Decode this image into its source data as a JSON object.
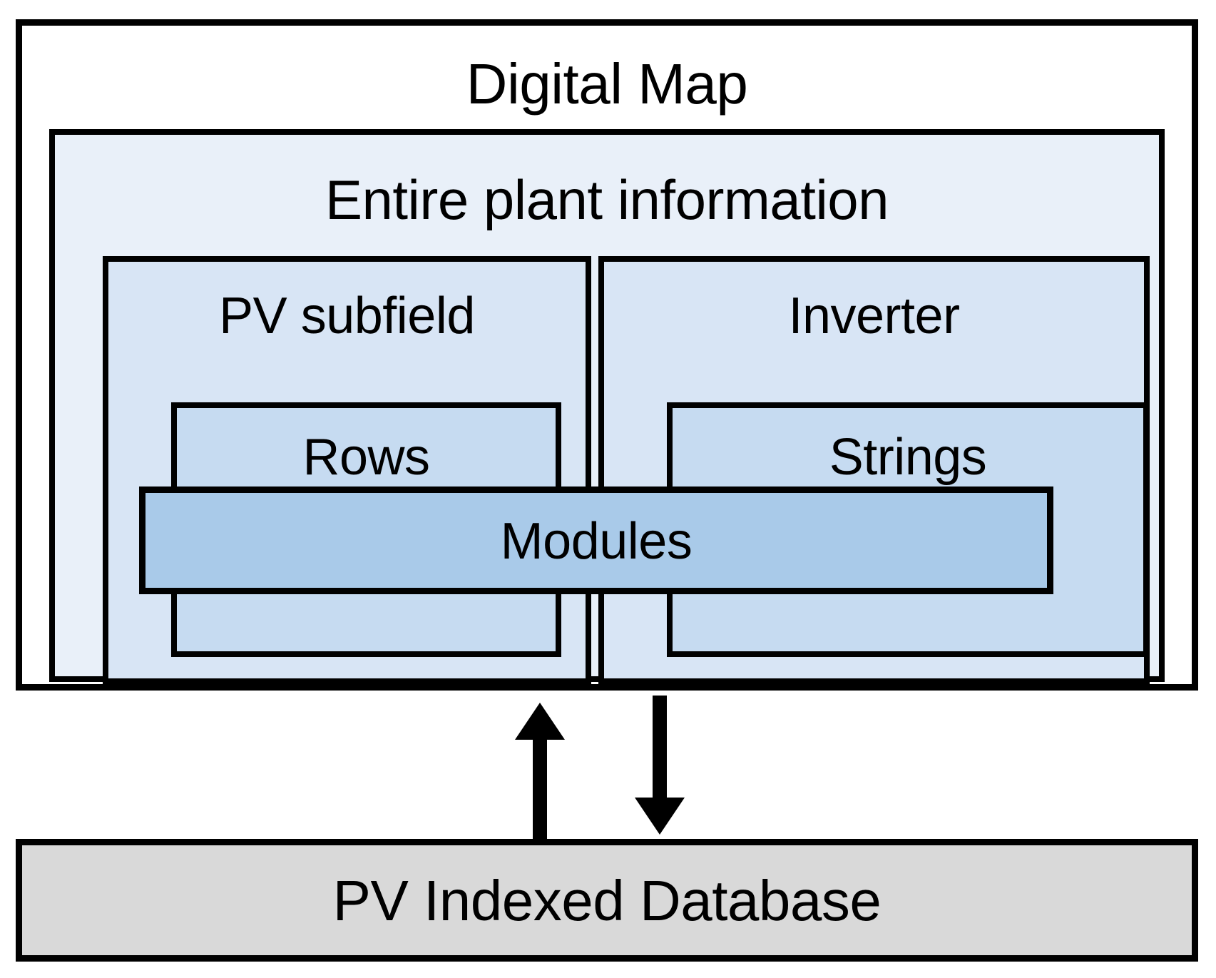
{
  "diagram": {
    "title": "Digital Map",
    "nodes": {
      "digital_map": {
        "label": "Digital Map",
        "fill": "#ffffff",
        "stroke": "#000000"
      },
      "plant_info": {
        "label": "Entire plant information",
        "fill": "#e9f0f9",
        "stroke": "#000000"
      },
      "pv_subfield": {
        "label": "PV subfield",
        "fill": "#d8e5f5",
        "stroke": "#000000"
      },
      "inverter": {
        "label": "Inverter",
        "fill": "#d8e5f5",
        "stroke": "#000000"
      },
      "rows": {
        "label": "Rows",
        "fill": "#c6dbf1",
        "stroke": "#000000"
      },
      "strings": {
        "label": "Strings",
        "fill": "#c6dbf1",
        "stroke": "#000000"
      },
      "modules": {
        "label": "Modules",
        "fill": "#a9cae9",
        "stroke": "#000000"
      },
      "pv_database": {
        "label": "PV Indexed Database",
        "fill": "#d9d9d9",
        "stroke": "#000000"
      }
    },
    "connectors": [
      {
        "name": "database-to-digital-map",
        "direction": "up",
        "from": "pv_database",
        "to": "digital_map"
      },
      {
        "name": "digital-map-to-database",
        "direction": "down",
        "from": "digital_map",
        "to": "pv_database"
      }
    ]
  }
}
